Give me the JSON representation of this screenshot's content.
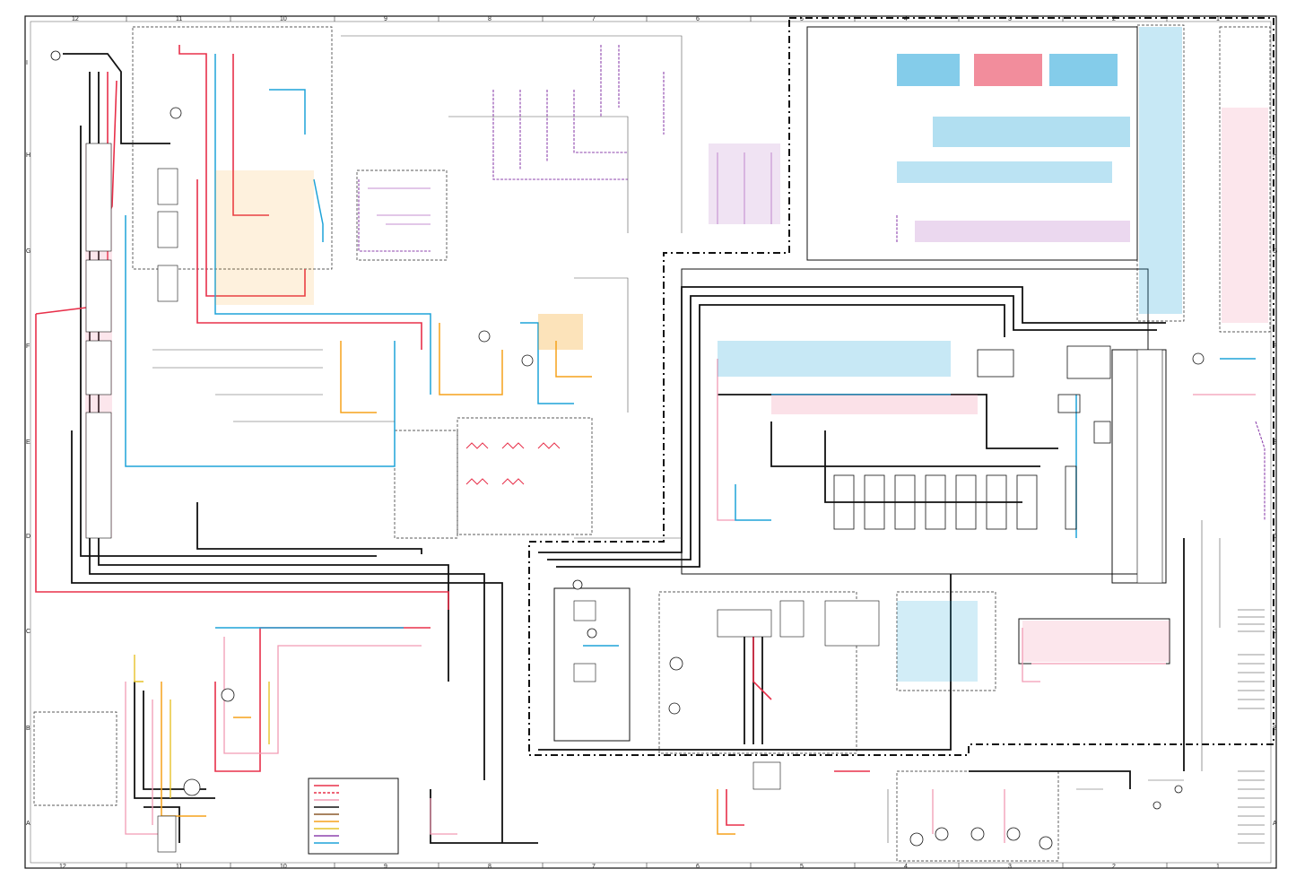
{
  "zones": {
    "columns": [
      "12",
      "11",
      "10",
      "9",
      "8",
      "7",
      "6",
      "5",
      "4",
      "3",
      "2",
      "1"
    ],
    "rows": [
      "I",
      "H",
      "G",
      "F",
      "E",
      "D",
      "C",
      "B",
      "A"
    ]
  },
  "wire_colors": {
    "red": "#e8304a",
    "pink": "#f29bb4",
    "blue": "#1fa3d8",
    "orange": "#f5a21b",
    "purple": "#8e44ad",
    "lavender": "#c58fd0",
    "yellow": "#e6c229",
    "green": "#3aa655",
    "brown": "#8b5a2b",
    "black": "#111111",
    "gray": "#777777"
  }
}
